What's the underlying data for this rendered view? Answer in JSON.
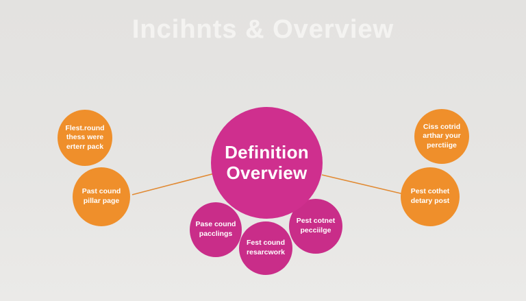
{
  "title": "Incihnts & Overview",
  "center": {
    "label": "Definition\nOverview"
  },
  "nodes": {
    "top_left": {
      "label": "Flest.round\nthess were\nerterr pack"
    },
    "mid_left": {
      "label": "Past cound\npillar page"
    },
    "bottom_left": {
      "label": "Pase cound\npacclings"
    },
    "bottom_center": {
      "label": "Fest cound\nresarcwork"
    },
    "bottom_right": {
      "label": "Pest cotnet\npecciilge"
    },
    "top_right": {
      "label": "Ciss cotrid\narthar your\nperctiige"
    },
    "mid_right": {
      "label": "Pest cothet\ndetary post"
    }
  },
  "colors": {
    "orange": "#ef8f2b",
    "pink": "#c92d89",
    "pink_center": "#cf2f8e",
    "connector": "#e18a33",
    "background": "#e6e5e3",
    "title_text": "#f4f3f1"
  }
}
